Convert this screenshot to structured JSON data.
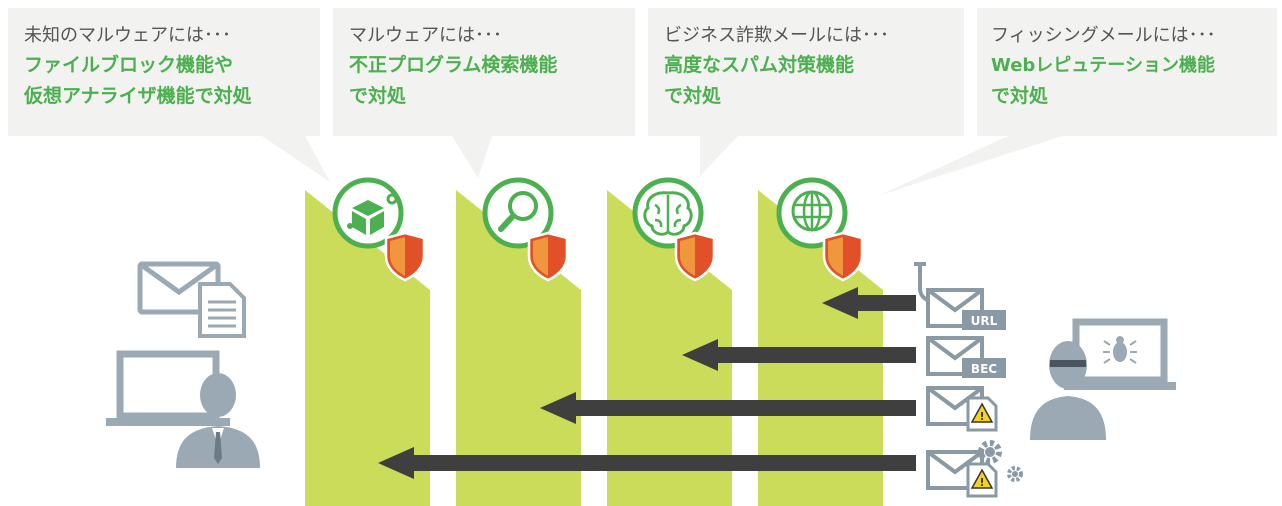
{
  "diagram": {
    "defenses": [
      {
        "intro": "未知のマルウェアには･･･",
        "line1": "ファイルブロック機能や",
        "line2": "仮想アナライザ機能で対処",
        "icon": "cube-gears-icon"
      },
      {
        "intro": "マルウェアには･･･",
        "line1": "不正プログラム検索機能",
        "line2": "で対処",
        "icon": "magnifier-icon"
      },
      {
        "intro": "ビジネス詐欺メールには･･･",
        "line1": "高度なスパム対策機能",
        "line2": "で対処",
        "icon": "brain-icon"
      },
      {
        "intro": "フィッシングメールには･･･",
        "line1": "Webレピュテーション機能",
        "line2": "で対処",
        "icon": "globe-icon"
      }
    ],
    "threats": [
      {
        "label": "URL",
        "type": "phishing-url-mail"
      },
      {
        "label": "BEC",
        "type": "bec-mail"
      },
      {
        "label": "",
        "type": "malware-attachment-mail"
      },
      {
        "label": "",
        "type": "unknown-malware-mail"
      }
    ],
    "colors": {
      "wall": "#cadc5a",
      "wall_light": "#d6e37a",
      "accent_text": "#4cb050",
      "icon_ring": "#4cb050",
      "shield_orange": "#f0963c",
      "shield_red": "#e2502a",
      "arrow": "#3f3f3f",
      "figure": "#9aa9b3",
      "bubble": "#f2f2f0"
    }
  }
}
